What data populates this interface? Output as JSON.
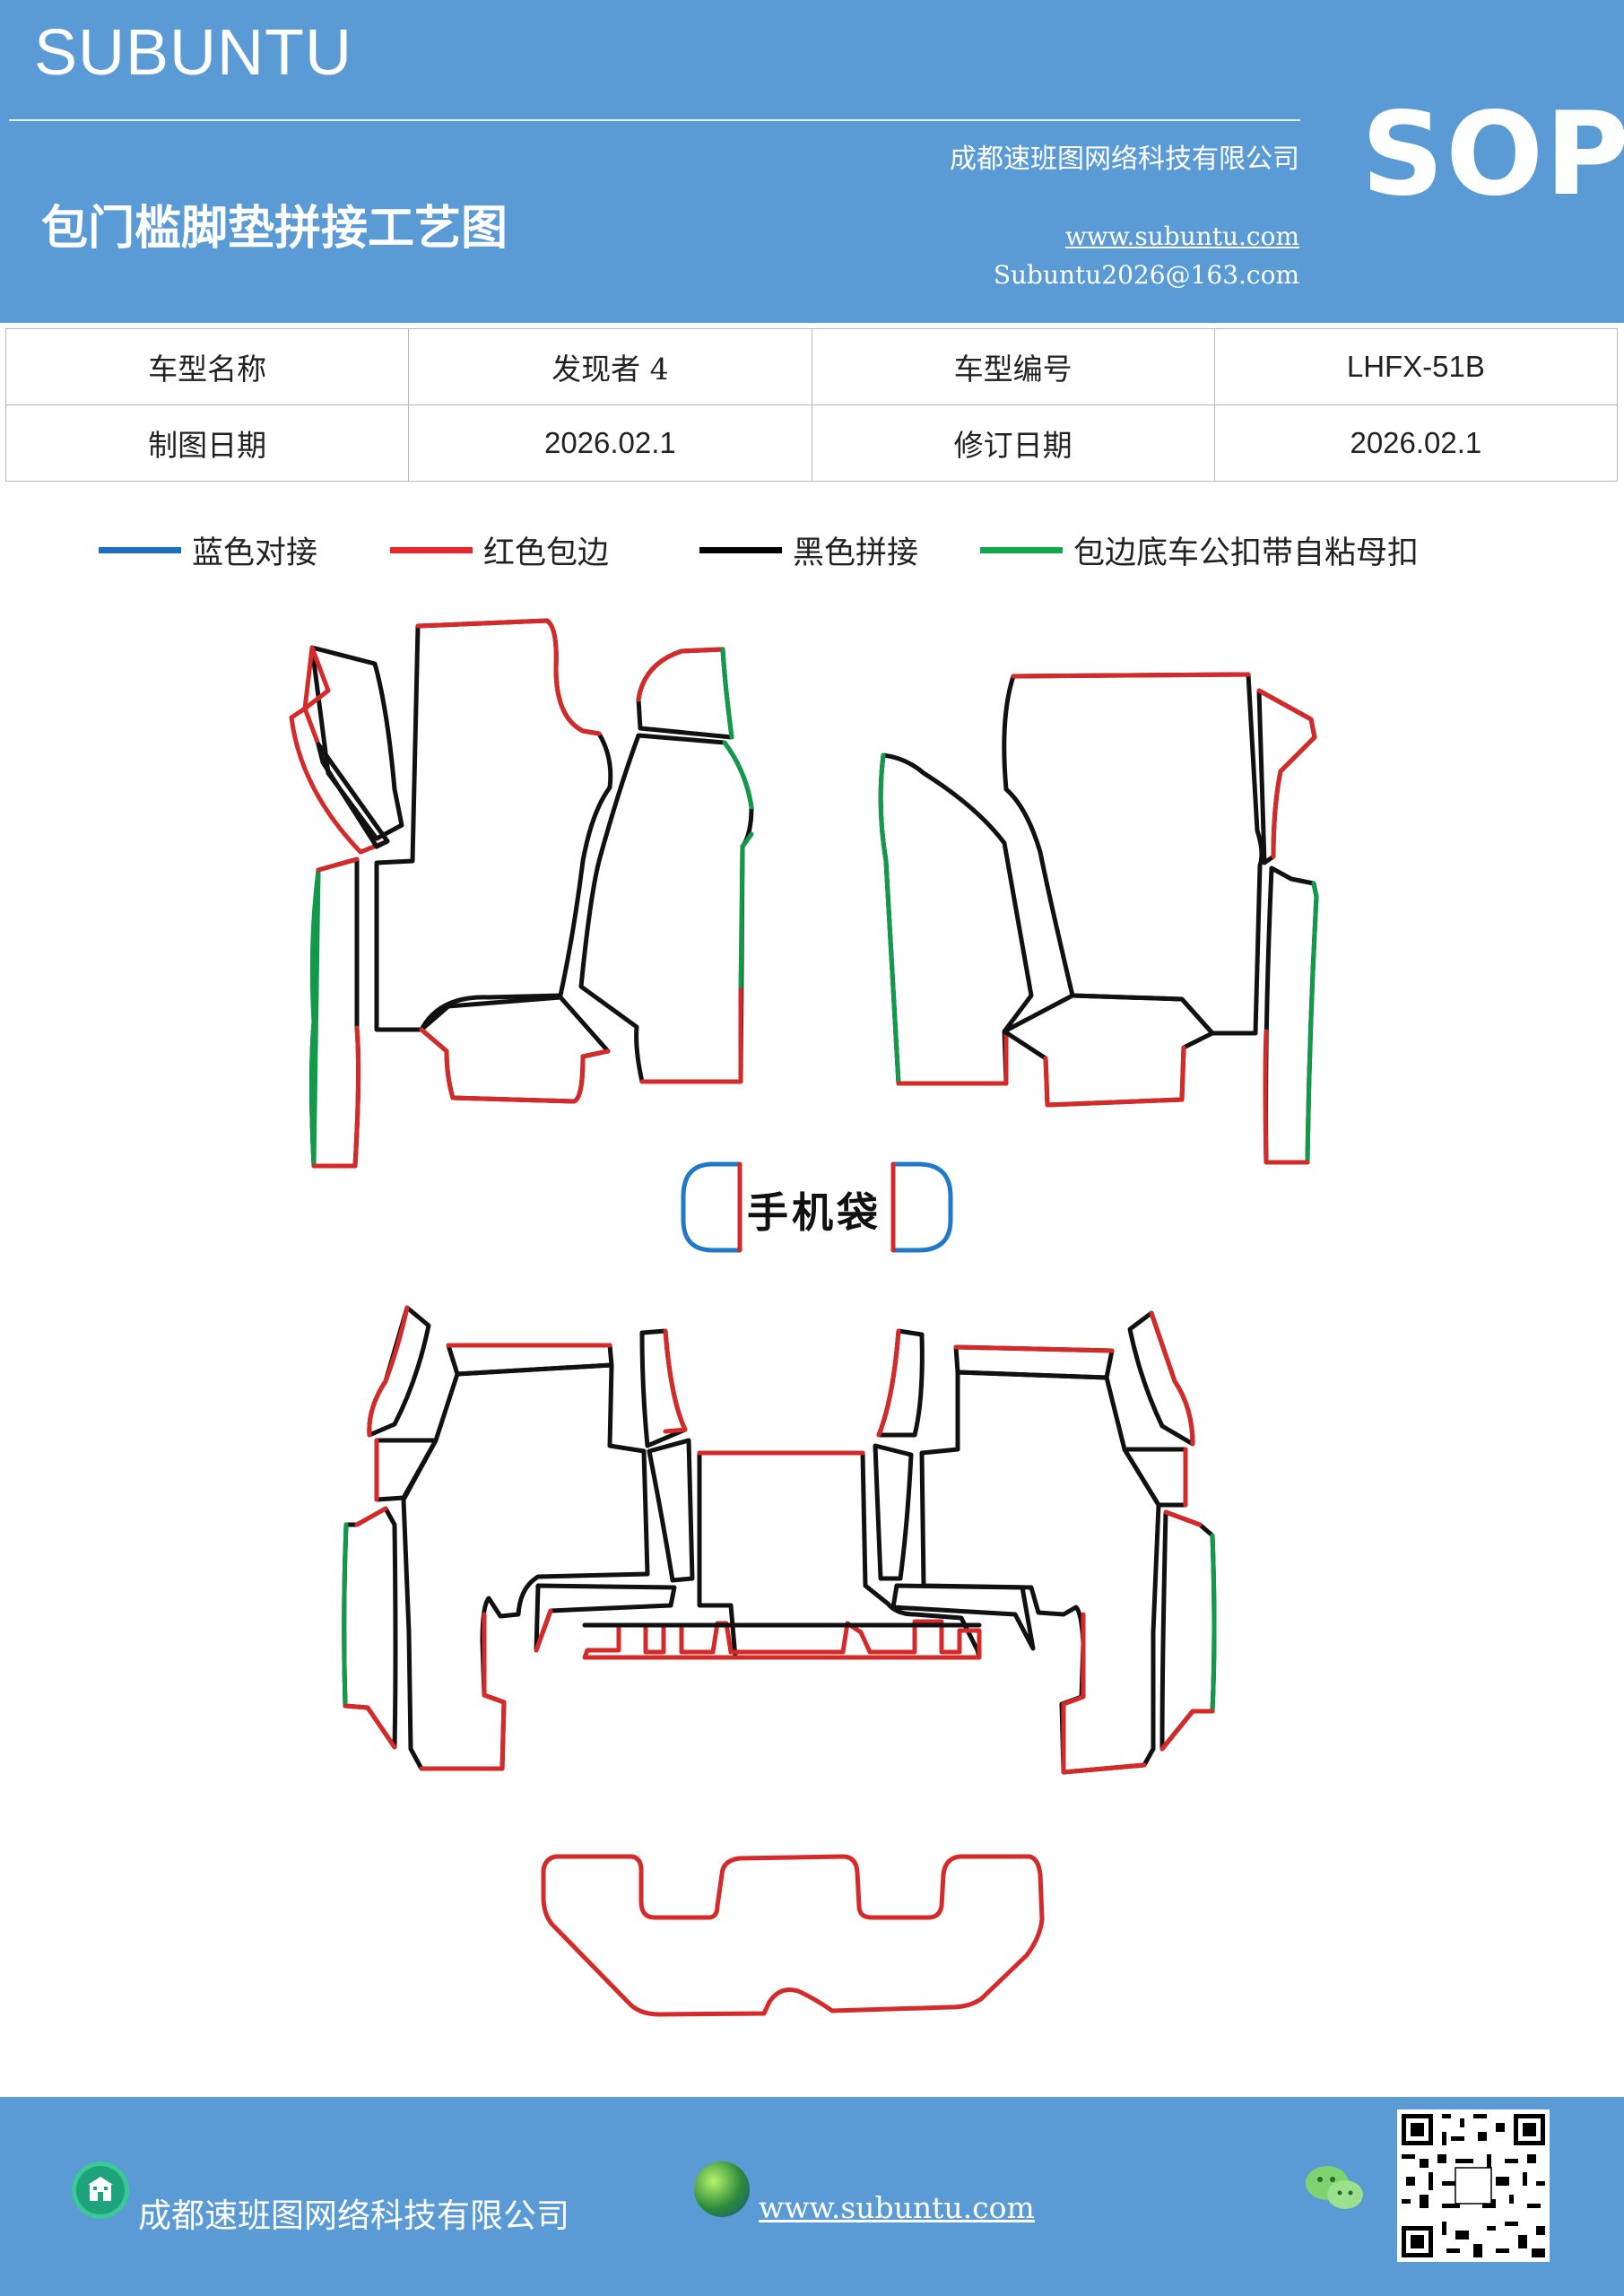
{
  "header": {
    "brand": "SUBUNTU",
    "company": "成都速班图网络科技有限公司",
    "title": "包门槛脚垫拼接工艺图",
    "website": "www.subuntu.com",
    "email": "Subuntu2026@163.com",
    "badge": "SOP"
  },
  "info_table": {
    "rows": [
      [
        "车型名称",
        "发现者 4",
        "车型编号",
        "LHFX-51B"
      ],
      [
        "制图日期",
        "2026.02.1",
        "修订日期",
        "2026.02.1"
      ]
    ]
  },
  "legend": [
    {
      "label": "蓝色对接",
      "color": "#1f6fbf"
    },
    {
      "label": "红色包边",
      "color": "#e8262b"
    },
    {
      "label": "黑色拼接",
      "color": "#000000"
    },
    {
      "label": "包边底车公扣带自粘母扣",
      "color": "#0fa84a"
    }
  ],
  "diagram": {
    "phone_pocket_label": "手机袋",
    "colors": {
      "red": "#d42a2a",
      "black": "#111111",
      "green": "#12994a",
      "blue": "#1f78c8"
    }
  },
  "footer": {
    "company": "成都速班图网络科技有限公司",
    "website": "www.subuntu.com",
    "icons": [
      "building-icon",
      "globe-icon",
      "wechat-icon",
      "qr-code"
    ]
  }
}
